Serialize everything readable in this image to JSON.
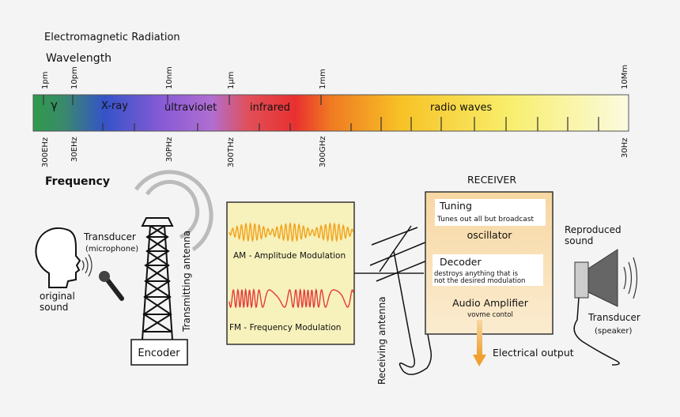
{
  "header": {
    "title": "Electromagnetic Radiation",
    "wavelength_label": "Wavelength",
    "frequency_label": "Frequency"
  },
  "spectrum": {
    "wavelength_ticks": [
      "1pm",
      "10pm",
      "10nm",
      "1μm",
      "1mm",
      "10Mm"
    ],
    "frequency_ticks": [
      "300EHz",
      "30EHz",
      "30PHz",
      "300THz",
      "300GHz",
      "30Hz"
    ],
    "bands": [
      "γ",
      "X-ray",
      "ultraviolet",
      "infrared",
      "radio waves"
    ]
  },
  "source": {
    "transducer": "Transducer",
    "microphone": "(microphone)",
    "original_line1": "original",
    "original_line2": "sound",
    "encoder": "Encoder",
    "transmitting_antenna": "Transmitting antenna"
  },
  "modulation": {
    "am": "AM - Amplitude Modulation",
    "fm": "FM - Frequency Modulation"
  },
  "receiver": {
    "title": "RECEIVER",
    "receiving_antenna": "Receiving antenna",
    "tuning": "Tuning",
    "tuning_desc": "Tunes out all but broadcast",
    "oscillator": "oscillator",
    "decoder": "Decoder",
    "decoder_desc_line1": "destroys anything that is",
    "decoder_desc_line2": "not the desired modulation",
    "audio_amp": "Audio Amplifier",
    "volume": "vovme contol",
    "electrical_output": "Electrical output"
  },
  "output": {
    "reproduced_line1": "Reproduced",
    "reproduced_line2": "sound",
    "transducer": "Transducer",
    "speaker": "(speaker)"
  },
  "colors": {
    "panel_fill": "#f7f1bb",
    "receiver_fill": "#f8d9a8",
    "am_wave": "#f2a11a",
    "fm_wave": "#e33b3b",
    "output_arrow": "#f0a030"
  }
}
